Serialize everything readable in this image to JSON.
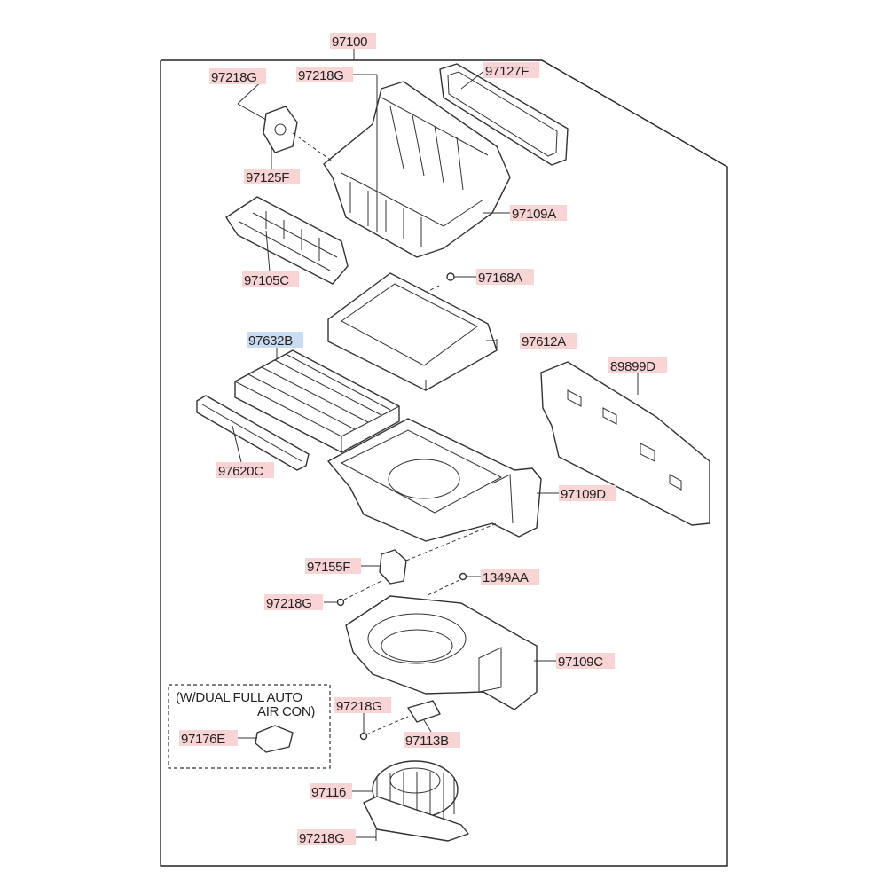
{
  "colors": {
    "label_bg": "#f8d4d4",
    "label_highlight_bg": "#c9dcf2",
    "line": "#333333"
  },
  "labels": {
    "assembly": "97100",
    "p97218G_1": "97218G",
    "p97218G_2": "97218G",
    "p97127F": "97127F",
    "p97125F": "97125F",
    "p97109A": "97109A",
    "p97105C": "97105C",
    "p97168A": "97168A",
    "p97632B": "97632B",
    "p97612A": "97612A",
    "p89899D": "89899D",
    "p97620C": "97620C",
    "p97109D": "97109D",
    "p97155F": "97155F",
    "p97218G_3": "97218G",
    "p1349AA": "1349AA",
    "p97109C": "97109C",
    "p97218G_4": "97218G",
    "p97113B": "97113B",
    "p97176E": "97176E",
    "p97116": "97116",
    "p97218G_5": "97218G"
  },
  "note": {
    "line1": "(W/DUAL FULL AUTO",
    "line2": "AIR CON)"
  }
}
